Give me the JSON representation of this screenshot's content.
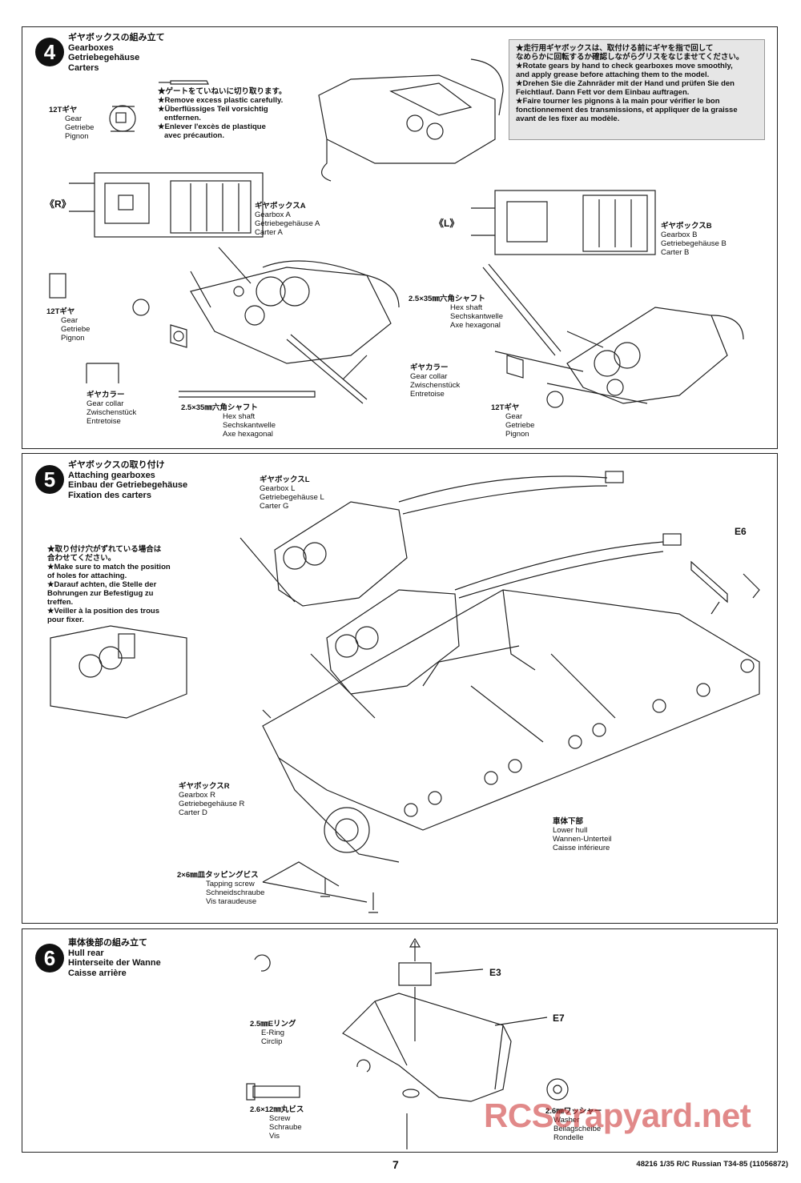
{
  "steps": {
    "s4": {
      "number": "4",
      "title": [
        "ギヤボックスの組み立て",
        "Gearboxes",
        "Getriebegehäuse",
        "Carters"
      ],
      "gate_note": [
        "★ゲートをていねいに切り取ります。",
        "★Remove excess plastic carefully.",
        "★Überflüssiges Teil vorsichtig",
        "entfernen.",
        "★Enlever l'excès de plastique",
        "avec précaution."
      ],
      "grease_note": [
        "★走行用ギヤボックスは、取付ける前にギヤを指で回して",
        "なめらかに回転するか確認しながらグリスをなじませてください。",
        "★Rotate gears by hand to check gearboxes move smoothly,",
        "and apply grease before attaching them to the model.",
        "★Drehen Sie die Zahnräder mit der Hand und prüfen Sie den",
        "Feichtlauf. Dann Fett vor dem Einbau auftragen.",
        "★Faire tourner les pignons à la main pour vérifier le bon",
        "fonctionnement des transmissions, et appliquer de la graisse",
        "avant de les fixer au modèle."
      ],
      "gear12_top": [
        "12Tギヤ",
        "Gear",
        "Getriebe",
        "Pignon"
      ],
      "side_r": "《R》",
      "side_l": "《L》",
      "gearbox_a": [
        "ギヤボックスA",
        "Gearbox A",
        "Getriebegehäuse A",
        "Carter A"
      ],
      "gearbox_b": [
        "ギヤボックスB",
        "Gearbox B",
        "Getriebegehäuse B",
        "Carter B"
      ],
      "gear12_r": [
        "12Tギヤ",
        "Gear",
        "Getriebe",
        "Pignon"
      ],
      "collar_r": [
        "ギヤカラー",
        "Gear collar",
        "Zwischenstück",
        "Entretoise"
      ],
      "shaft_r": [
        "2.5×35㎜六角シャフト",
        "Hex shaft",
        "Sechskantwelle",
        "Axe hexagonal"
      ],
      "shaft_l": [
        "2.5×35㎜六角シャフト",
        "Hex shaft",
        "Sechskantwelle",
        "Axe hexagonal"
      ],
      "collar_l": [
        "ギヤカラー",
        "Gear collar",
        "Zwischenstück",
        "Entretoise"
      ],
      "gear12_l": [
        "12Tギヤ",
        "Gear",
        "Getriebe",
        "Pignon"
      ]
    },
    "s5": {
      "number": "5",
      "title": [
        "ギヤボックスの取り付け",
        "Attaching gearboxes",
        "Einbau der Getriebegehäuse",
        "Fixation des carters"
      ],
      "hole_note": [
        "★取り付け穴がずれている場合は",
        "合わせてください。",
        "★Make sure to match the position",
        "of holes for attaching.",
        "★Darauf achten, die Stelle der",
        "Bohrungen zur Befestigug zu",
        "treffen.",
        "★Veiller à la position des trous",
        "pour fixer."
      ],
      "gearbox_l": [
        "ギヤボックスL",
        "Gearbox L",
        "Getriebegehäuse L",
        "Carter G"
      ],
      "gearbox_r": [
        "ギヤボックスR",
        "Gearbox R",
        "Getriebegehäuse R",
        "Carter D"
      ],
      "part_e6": "E6",
      "lower_hull": [
        "車体下部",
        "Lower hull",
        "Wannen-Unterteil",
        "Caisse inférieure"
      ],
      "screw": [
        "2×6㎜皿タッピングビス",
        "Tapping screw",
        "Schneidschraube",
        "Vis taraudeuse"
      ]
    },
    "s6": {
      "number": "6",
      "title": [
        "車体後部の組み立て",
        "Hull rear",
        "Hinterseite der Wanne",
        "Caisse arrière"
      ],
      "ering": [
        "2.5㎜Eリング",
        "E-Ring",
        "Circlip"
      ],
      "screw": [
        "2.6×12㎜丸ビス",
        "Screw",
        "Schraube",
        "Vis"
      ],
      "washer": [
        "2.6㎜ワッシャー",
        "Washer",
        "Beilagscheibe",
        "Rondelle"
      ],
      "part_e3": "E3",
      "part_e7": "E7"
    }
  },
  "footer": {
    "page_number": "7",
    "code": "48216 1/35 R/C Russian T34-85 (11056872)"
  },
  "watermark": "RCScrapyard.net"
}
